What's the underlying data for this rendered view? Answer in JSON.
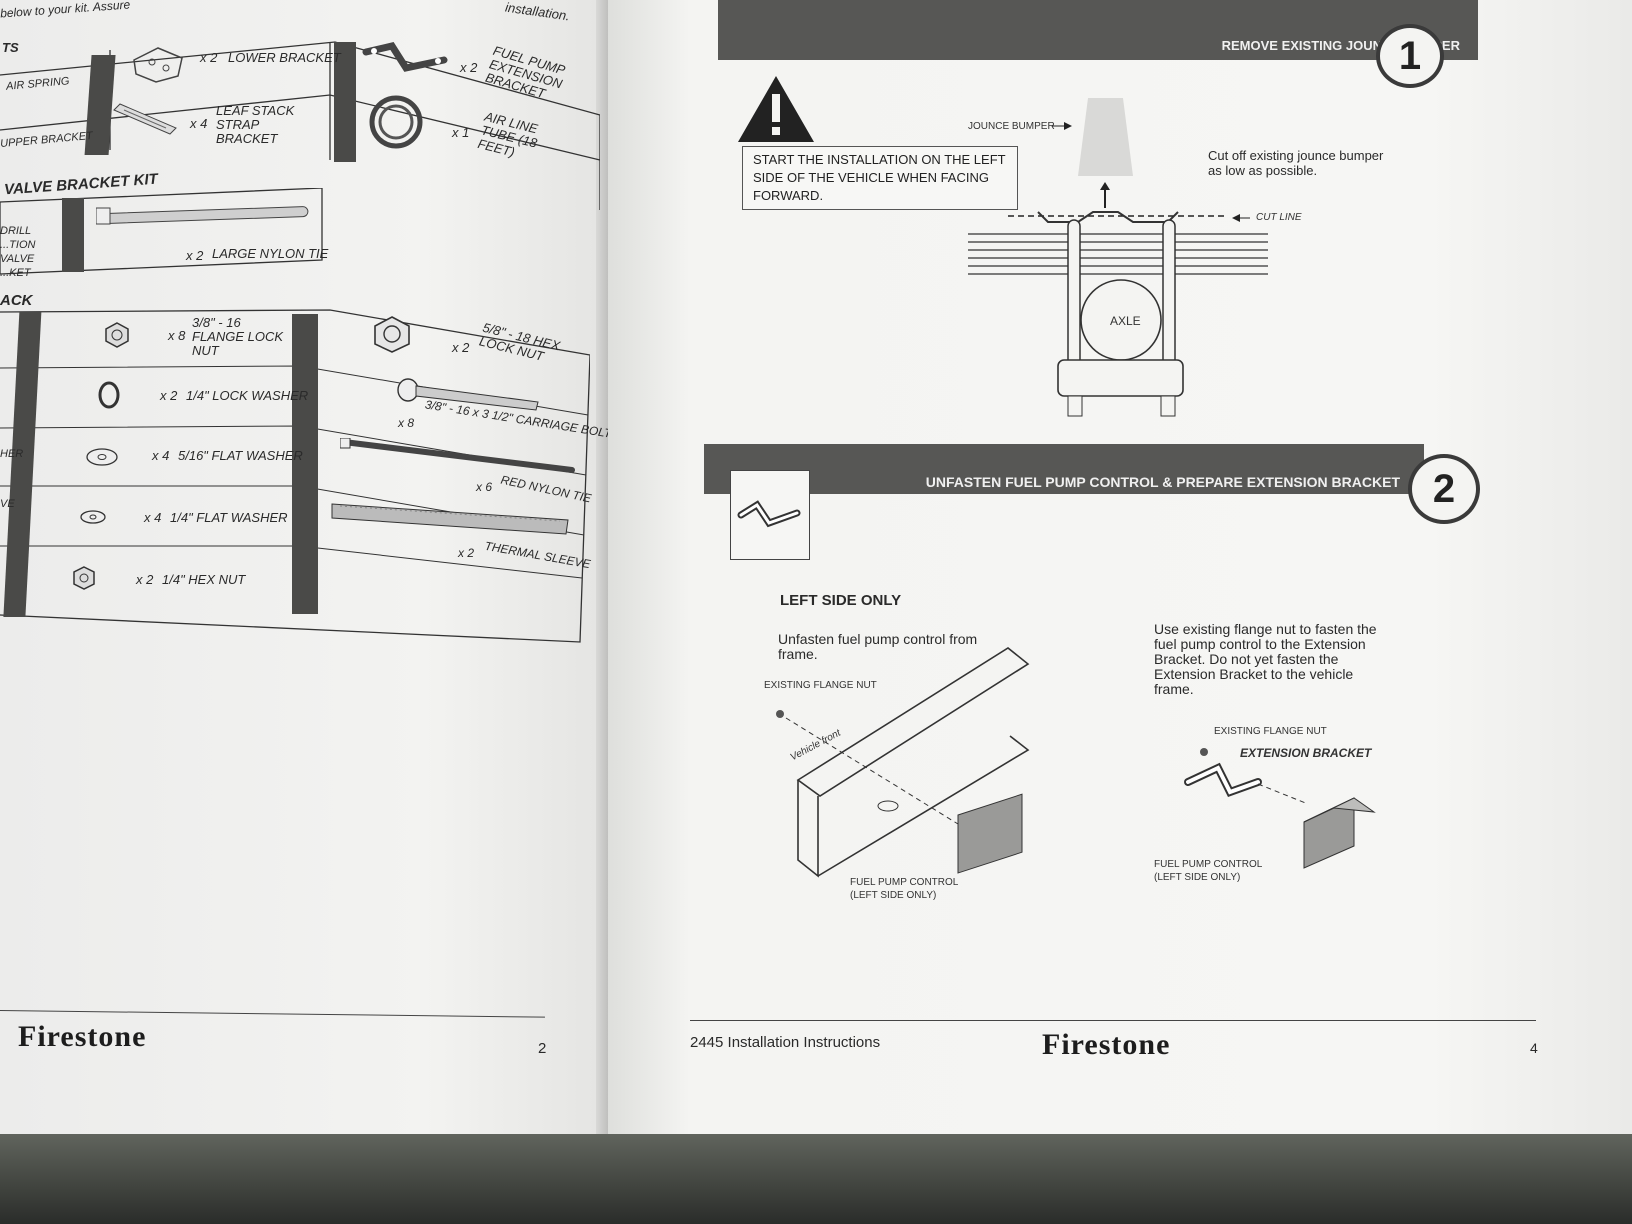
{
  "left_page": {
    "top_left_text": "below to your kit. Assure",
    "top_right_text": "installation.",
    "parts_header_fragment": "TS",
    "parts_rows": [
      {
        "left_label": "AIR SPRING",
        "qty": "x 2",
        "name": "LOWER BRACKET",
        "right_qty": "x 2",
        "right_name": "FUEL PUMP EXTENSION BRACKET"
      },
      {
        "left_label": "UPPER BRACKET",
        "qty": "x 4",
        "name": "LEAF STACK STRAP BRACKET",
        "right_qty": "x 1",
        "right_name": "AIR LINE TUBE (18 FEET)"
      }
    ],
    "valve_kit": {
      "title": "VALVE BRACKET KIT",
      "left_label": "DRILL ...TION VALVE ...KET",
      "qty": "x 2",
      "name": "LARGE NYLON TIE"
    },
    "hardware_header_fragment": "ACK",
    "hardware_left": [
      {
        "qty": "x 8",
        "name": "3/8\" - 16 FLANGE LOCK NUT"
      },
      {
        "qty": "x 2",
        "name": "1/4\" LOCK WASHER"
      },
      {
        "qty": "x 4",
        "name": "5/16\" FLAT WASHER"
      },
      {
        "qty": "x 4",
        "name": "1/4\" FLAT WASHER"
      },
      {
        "qty": "x 2",
        "name": "1/4\" HEX NUT"
      }
    ],
    "hardware_left_fragments": [
      "HER",
      "VE"
    ],
    "hardware_right": [
      {
        "qty": "x 2",
        "name": "5/8\" - 18 HEX LOCK NUT"
      },
      {
        "qty": "x 8",
        "name": "3/8\" - 16 x 3 1/2\" CARRIAGE BOLT"
      },
      {
        "qty": "x 6",
        "name": "RED NYLON TIE"
      },
      {
        "qty": "x 2",
        "name": "THERMAL SLEEVE"
      }
    ],
    "footer": {
      "brand": "Firestone",
      "page_number": "2"
    }
  },
  "right_page": {
    "step1": {
      "number": "1",
      "title": "REMOVE EXISTING JOUNCE BUMPER",
      "warning": "START THE INSTALLATION ON THE LEFT SIDE OF THE VEHICLE WHEN FACING FORWARD.",
      "label_jounce": "JOUNCE BUMPER",
      "label_cut_line": "CUT LINE",
      "label_axle": "AXLE",
      "note": "Cut off existing jounce bumper as low as possible."
    },
    "step2": {
      "number": "2",
      "title": "UNFASTEN FUEL PUMP CONTROL & PREPARE EXTENSION BRACKET",
      "left_side_only": "LEFT SIDE ONLY",
      "left_instruction": "Unfasten fuel pump control from frame.",
      "label_existing_nut_left": "EXISTING FLANGE NUT",
      "label_vehicle_front": "Vehicle front",
      "label_fuel_pump_left": "FUEL PUMP CONTROL (LEFT SIDE ONLY)",
      "right_instruction": "Use existing flange nut to fasten the fuel pump control to the Extension Bracket. Do not yet fasten the Extension Bracket to the vehicle frame.",
      "label_existing_nut_right": "EXISTING FLANGE NUT",
      "label_extension_bracket": "EXTENSION BRACKET",
      "label_fuel_pump_right": "FUEL PUMP CONTROL (LEFT SIDE ONLY)"
    },
    "footer": {
      "doc_title": "2445 Installation Instructions",
      "brand": "Firestone",
      "page_number": "4"
    }
  },
  "colors": {
    "banner": "#575755",
    "paper": "#f4f4f2",
    "table": "#5c5f58"
  }
}
